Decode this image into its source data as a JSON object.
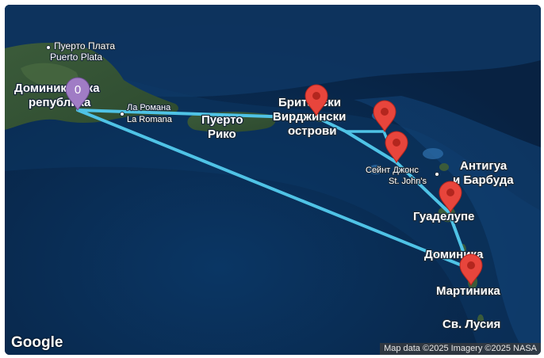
{
  "map": {
    "labels": {
      "puerto_plata_bg": "Пуерто Плата",
      "puerto_plata_en": "Puerto Plata",
      "dominican_1": "Доминиканска",
      "dominican_2": "република",
      "la_romana_bg": "Ла Романа",
      "la_romana_en": "La Romana",
      "puerto_rico_1": "Пуерто",
      "puerto_rico_2": "Рико",
      "bvi_1": "Британски",
      "bvi_2": "Вирджински",
      "bvi_3": "острови",
      "st_johns_bg": "Сейнт Джонс",
      "st_johns_en": "St. John's",
      "antigua_1": "Антигуа",
      "antigua_2": "и Барбуда",
      "guadeloupe": "Гуаделупе",
      "dominica": "Доминика",
      "martinique": "Мартиника",
      "st_lucia": "Св. Лусия"
    },
    "start_marker_label": "0",
    "google_logo": "Google",
    "attribution": "Map data ©2025 Imagery ©2025 NASA",
    "colors": {
      "route": "#4fc3e6",
      "pin": "#e8453c",
      "pin_dark": "#b3261e",
      "start_marker": "#a07cc5",
      "ocean": "#0b2a4d"
    }
  }
}
